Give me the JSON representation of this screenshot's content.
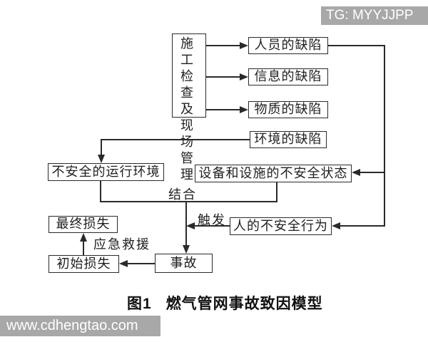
{
  "overlays": {
    "top_right_badge": "TG: MYYJJPP",
    "bottom_left_badge": "www.cdhengtao.com"
  },
  "caption": {
    "figure_label": "图1",
    "figure_title": "燃气管网事故致因模型"
  },
  "diagram": {
    "nodes": {
      "management": "施工检查及现场管理",
      "personnel_defect": "人员的缺陷",
      "information_defect": "信息的缺陷",
      "material_defect": "物质的缺陷",
      "environment_defect": "环境的缺陷",
      "unsafe_operating_environment": "不安全的运行环境",
      "unsafe_equipment_state": "设备和设施的不安全状态",
      "unsafe_human_behavior": "人的不安全行为",
      "final_loss": "最终损失",
      "initial_loss": "初始损失",
      "accident": "事故"
    },
    "edge_labels": {
      "combine": "结合",
      "trigger": "触发",
      "emergency_rescue": "应急救援"
    }
  },
  "colors": {
    "background": "#ffffff",
    "line": "#2a2a2a",
    "badge_bg": "#a8a8a8",
    "badge_text": "#ffffff"
  }
}
